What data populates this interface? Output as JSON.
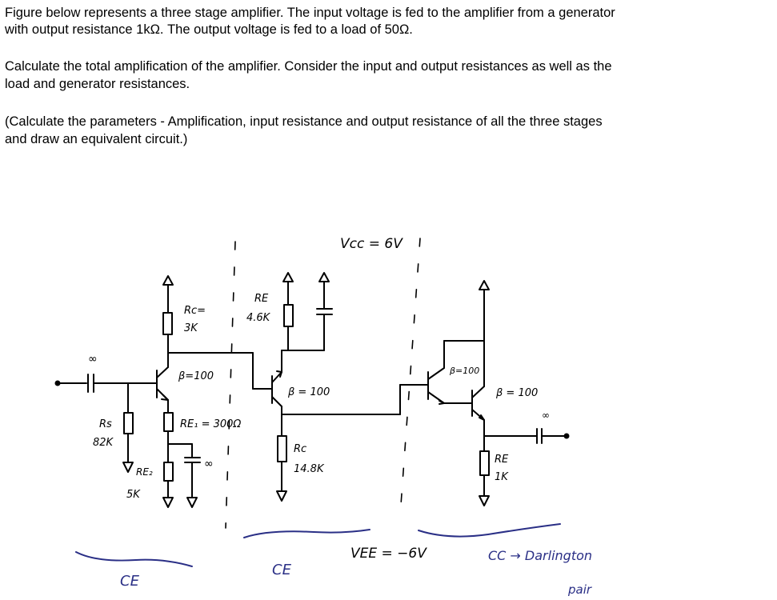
{
  "problem": {
    "p1_l1": "Figure below represents a three stage amplifier. The input voltage is fed to the amplifier from a generator",
    "p1_l2": "with output resistance 1kΩ. The output voltage is fed to a load of 50Ω.",
    "p2_l1": "Calculate the total amplification of the amplifier. Consider the input and output resistances as well as the",
    "p2_l2": "load and generator resistances.",
    "p3_l1": "(Calculate the parameters - Amplification, input resistance and output resistance of all the three stages",
    "p3_l2": "and draw an equivalent circuit.)"
  },
  "labels": {
    "vcc": "Vcc = 6V",
    "vee": "VEE = −6V",
    "inf1": "∞",
    "inf2": "∞",
    "inf3": "∞",
    "rc1_a": "Rc=",
    "rc1_b": "3K",
    "beta1": "β=100",
    "rs_a": "Rs",
    "rs_b": "82K",
    "re1": "RE₁ = 300Ω",
    "re2_a": "RE₂",
    "re2_b": "5K",
    "re_top_a": "RE",
    "re_top_b": "4.6K",
    "beta2": "β = 100",
    "rc2_a": "Rc",
    "rc2_b": "14.8K",
    "beta3": "β=100",
    "beta4": "β = 100",
    "re3_a": "RE",
    "re3_b": "1K",
    "stage1": "CE",
    "stage2": "CE",
    "stage3": "CC → Darlington",
    "pair": "pair"
  },
  "colors": {
    "ink": "#000000",
    "annotation": "#2a2f86"
  }
}
